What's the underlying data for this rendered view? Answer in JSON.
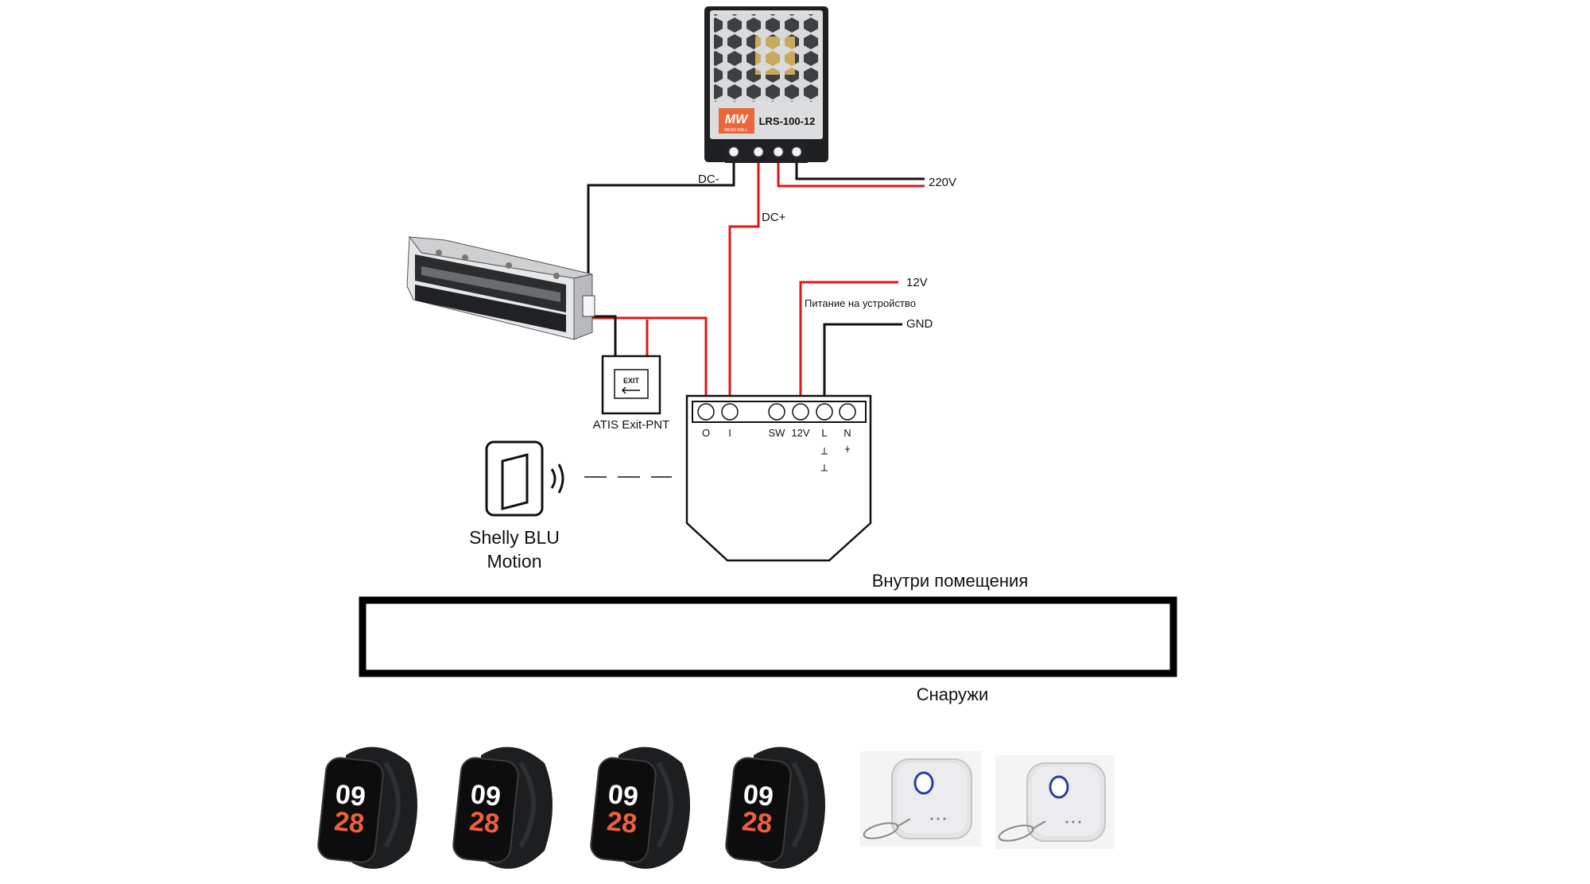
{
  "power_supply": {
    "brand": "MW",
    "brand_sub": "MEAN WELL",
    "model": "LRS-100-12"
  },
  "wires": {
    "dc_minus": "DC-",
    "dc_plus": "DC+",
    "ac_in": "220V",
    "v12": "12V",
    "power_to_device": "Питание на устройство",
    "gnd": "GND"
  },
  "exit_button": {
    "face_text": "EXIT",
    "caption": "ATIS Exit-PNT"
  },
  "relay": {
    "terminals": [
      "O",
      "I",
      "SW",
      "12V",
      "L",
      "N"
    ]
  },
  "motion_sensor": {
    "caption_line1": "Shelly BLU",
    "caption_line2": "Motion"
  },
  "zones": {
    "inside": "Внутри помещения",
    "outside": "Снаружи"
  },
  "bands": [
    {
      "hour": "09",
      "minute": "28"
    },
    {
      "hour": "09",
      "minute": "28"
    },
    {
      "hour": "09",
      "minute": "28"
    },
    {
      "hour": "09",
      "minute": "28"
    }
  ],
  "colors": {
    "wire_positive": "#e01616",
    "wire_negative": "#111111",
    "band_digits_hour": "#ffffff",
    "band_digits_minute": "#f0603c",
    "button_ring": "#2a3e9c",
    "psu_label": "#e8683b"
  }
}
